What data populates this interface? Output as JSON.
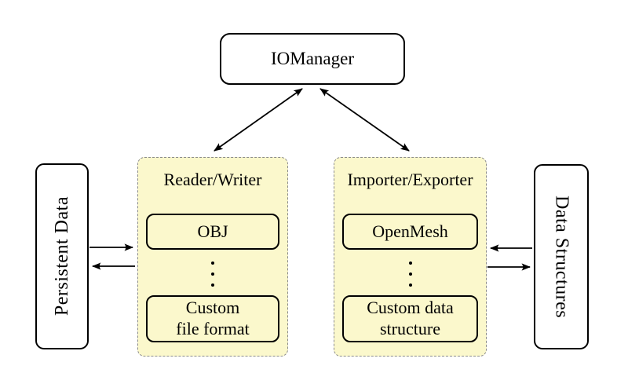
{
  "nodes": {
    "iomanager": {
      "label": "IOManager"
    },
    "persistent_data": {
      "label": "Persistent Data"
    },
    "data_structures": {
      "label": "Data Structures"
    }
  },
  "groups": {
    "reader_writer": {
      "title": "Reader/Writer",
      "items": [
        "OBJ",
        "Custom\nfile format"
      ],
      "dots": "vertical-ellipsis"
    },
    "importer_exporter": {
      "title": "Importer/Exporter",
      "items": [
        "OpenMesh",
        "Custom data\nstructure"
      ],
      "dots": "vertical-ellipsis"
    }
  },
  "connections": [
    {
      "from": "IOManager",
      "to": "Reader/Writer",
      "direction": "both"
    },
    {
      "from": "IOManager",
      "to": "Importer/Exporter",
      "direction": "both"
    },
    {
      "from": "Persistent Data",
      "to": "Reader/Writer",
      "direction": "right"
    },
    {
      "from": "Reader/Writer",
      "to": "Persistent Data",
      "direction": "left"
    },
    {
      "from": "Data Structures",
      "to": "Importer/Exporter",
      "direction": "left"
    },
    {
      "from": "Importer/Exporter",
      "to": "Data Structures",
      "direction": "right"
    }
  ],
  "colors": {
    "background": "#FFFFFF",
    "group_fill": "#FBF8CC",
    "group_border": "#8C8C8C",
    "node_border": "#000000",
    "arrow": "#000000"
  }
}
